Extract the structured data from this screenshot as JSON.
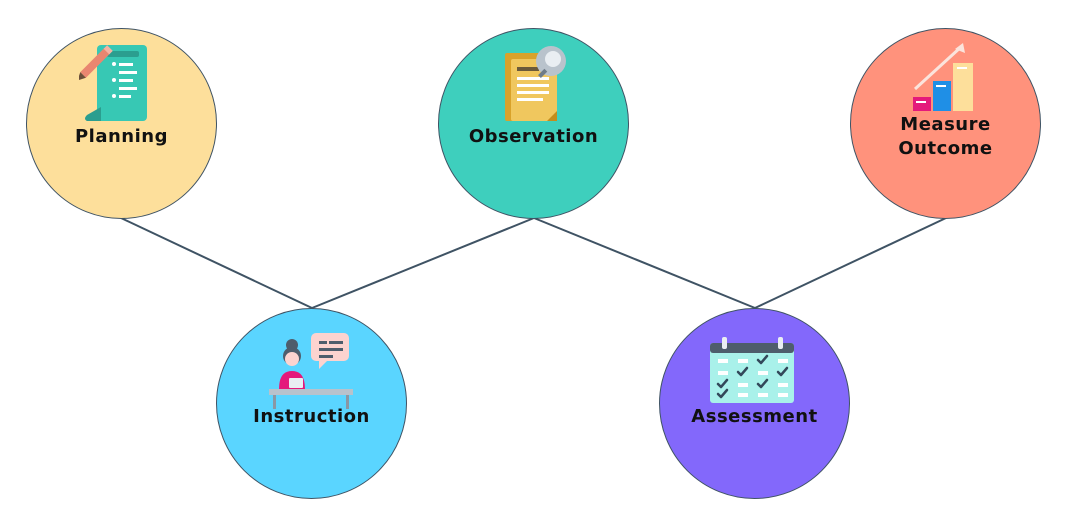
{
  "diagram": {
    "nodes": [
      {
        "id": "planning",
        "label": "Planning",
        "color": "#fddf9b",
        "icon": "checklist-pencil-icon"
      },
      {
        "id": "observation",
        "label": "Observation",
        "color": "#3ecfbd",
        "icon": "document-magnifier-icon"
      },
      {
        "id": "measure_outcome",
        "label": "Measure\nOutcome",
        "color": "#ff927c",
        "icon": "growth-bar-chart-icon"
      },
      {
        "id": "instruction",
        "label": "Instruction",
        "color": "#5ad5ff",
        "icon": "teacher-at-desk-icon"
      },
      {
        "id": "assessment",
        "label": "Assessment",
        "color": "#8368fb",
        "icon": "calendar-checklist-icon"
      }
    ],
    "edges": [
      {
        "from": "planning",
        "to": "instruction"
      },
      {
        "from": "instruction",
        "to": "observation"
      },
      {
        "from": "observation",
        "to": "assessment"
      },
      {
        "from": "assessment",
        "to": "measure_outcome"
      }
    ],
    "edge_color": "#3f5364"
  }
}
